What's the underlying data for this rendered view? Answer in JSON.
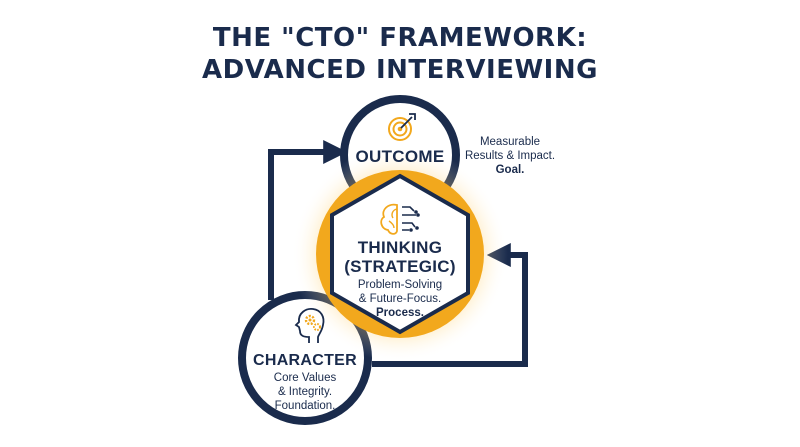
{
  "title": {
    "line1": "THE \"CTO\" FRAMEWORK:",
    "line2": "ADVANCED INTERVIEWING"
  },
  "nodes": {
    "outcome": {
      "label": "OUTCOME",
      "desc_line1": "Measurable",
      "desc_line2": "Results & Impact.",
      "desc_line3": "Goal.",
      "icon": "target-icon"
    },
    "thinking": {
      "label_line1": "THINKING",
      "label_line2": "(STRATEGIC)",
      "desc_line1": "Problem-Solving",
      "desc_line2": "& Future-Focus.",
      "desc_line3": "Process.",
      "icon": "brain-circuit-icon"
    },
    "character": {
      "label": "CHARACTER",
      "desc_line1": "Core Values",
      "desc_line2": "& Integrity.",
      "desc_line3": "Foundation.",
      "icon": "head-gears-icon"
    }
  },
  "colors": {
    "navy": "#1a2b4c",
    "gold": "#f2a81d",
    "glow": "#ffd98a"
  }
}
